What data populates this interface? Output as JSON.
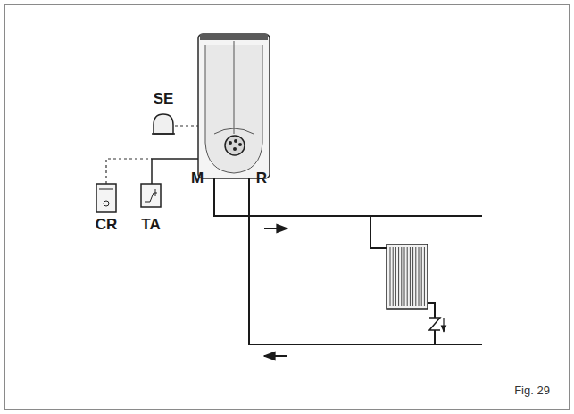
{
  "diagram": {
    "labels": [
      "SE",
      "CR",
      "TA",
      "M",
      "R",
      "Fig. 29"
    ]
  }
}
